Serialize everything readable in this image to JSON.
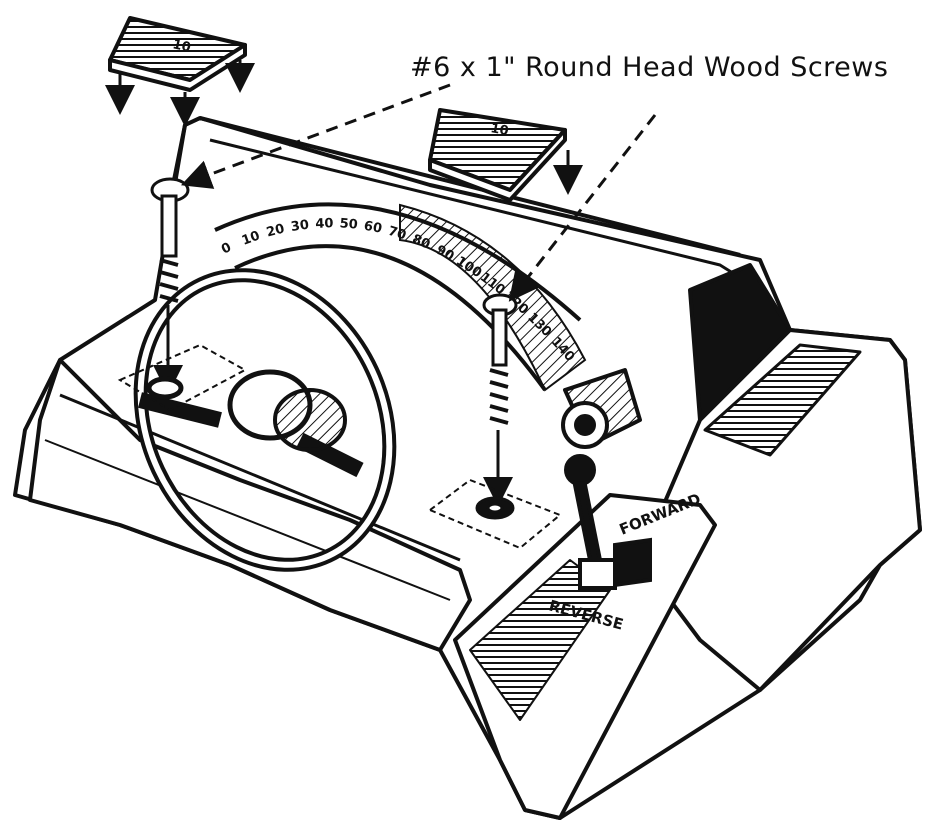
{
  "callout": "#6 x 1\" Round Head Wood Screws",
  "dial_ticks": [
    "0",
    "10",
    "20",
    "30",
    "40",
    "50",
    "60",
    "70",
    "80",
    "90",
    "100",
    "110",
    "120",
    "130",
    "140"
  ],
  "lever_labels": {
    "forward": "FORWARD",
    "reverse": "REVERSE"
  },
  "plate_marks": [
    "10",
    "10"
  ],
  "colors": {
    "ink": "#111111",
    "paper": "#ffffff"
  }
}
